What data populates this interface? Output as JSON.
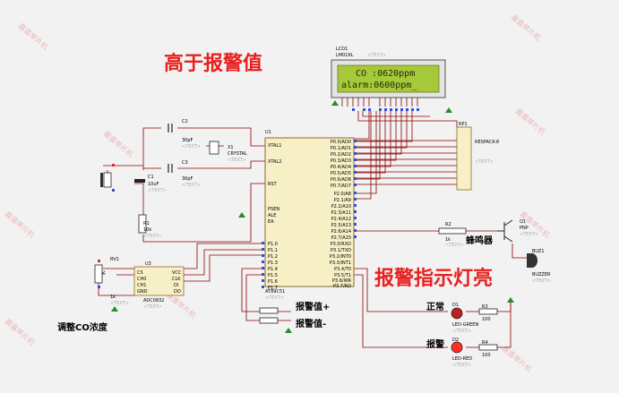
{
  "annotations": {
    "above_alarm": "高于报警值",
    "alarm_led_on": "报警指示灯亮"
  },
  "lcd": {
    "ref": "LCD1",
    "part": "LM016L",
    "line1": "CO :0620ppm",
    "line2": "alarm:0600ppm_"
  },
  "mcu": {
    "ref": "U1",
    "part": "AT89C51",
    "left_pins": [
      "XTAL1",
      "XTAL2",
      "RST",
      "PSEN",
      "ALE",
      "EA",
      "P1.0",
      "P1.1",
      "P1.2",
      "P1.3",
      "P1.4",
      "P1.5",
      "P1.6",
      "P1.7"
    ],
    "right_pins": [
      "P0.0/AD0",
      "P0.1/AD1",
      "P0.2/AD2",
      "P0.3/AD3",
      "P0.4/AD4",
      "P0.5/AD5",
      "P0.6/AD6",
      "P0.7/AD7",
      "P2.0/A8",
      "P2.1/A9",
      "P2.2/A10",
      "P2.3/A11",
      "P2.4/A12",
      "P2.5/A13",
      "P2.6/A14",
      "P2.7/A15",
      "P3.0/RXD",
      "P3.1/TXD",
      "P3.2/INT0",
      "P3.3/INT1",
      "P3.4/T0",
      "P3.5/T1",
      "P3.6/WR",
      "P3.7/RD"
    ]
  },
  "adc": {
    "ref": "U3",
    "part": "ADC0832",
    "left_pins": [
      "CS",
      "CH0",
      "CH1",
      "GND"
    ],
    "right_pins": [
      "VCC",
      "CLK",
      "DI",
      "DO"
    ]
  },
  "components": {
    "c2": {
      "ref": "C2",
      "value": "30pF"
    },
    "c3": {
      "ref": "C3",
      "value": "30pF"
    },
    "x1": {
      "ref": "X1",
      "value": "CRYSTAL"
    },
    "c1": {
      "ref": "C1",
      "value": "10uF"
    },
    "r1": {
      "ref": "R1",
      "value": "10k"
    },
    "rv1": {
      "ref": "RV1",
      "value": "1k"
    },
    "rp1": {
      "ref": "RP1",
      "value": "RESPACK-8"
    },
    "r2": {
      "ref": "R2",
      "value": "1k"
    },
    "q1": {
      "ref": "Q1",
      "value": "PNP"
    },
    "buz1": {
      "ref": "BUZ1",
      "value": "BUZZER"
    },
    "d1": {
      "ref": "D1",
      "value": "LED-GREEN"
    },
    "d2": {
      "ref": "D2",
      "value": "LED-RED"
    },
    "r3": {
      "ref": "R3",
      "value": "100"
    },
    "r4": {
      "ref": "R4",
      "value": "100"
    }
  },
  "labels": {
    "buzzer": "蜂鸣器",
    "alarm_plus": "报警值+",
    "alarm_minus": "报警值-",
    "normal": "正常",
    "alarm": "报警",
    "adjust_co": "调整CO浓度",
    "text_placeholder": "<TEXT>"
  },
  "watermark": "嘉盛单片机",
  "colors": {
    "background": "#f2f2f2",
    "wire": "#8b0000",
    "chip_fill": "#f7efc5",
    "lcd_screen": "#a6c93a",
    "annotation": "#e8201e"
  }
}
